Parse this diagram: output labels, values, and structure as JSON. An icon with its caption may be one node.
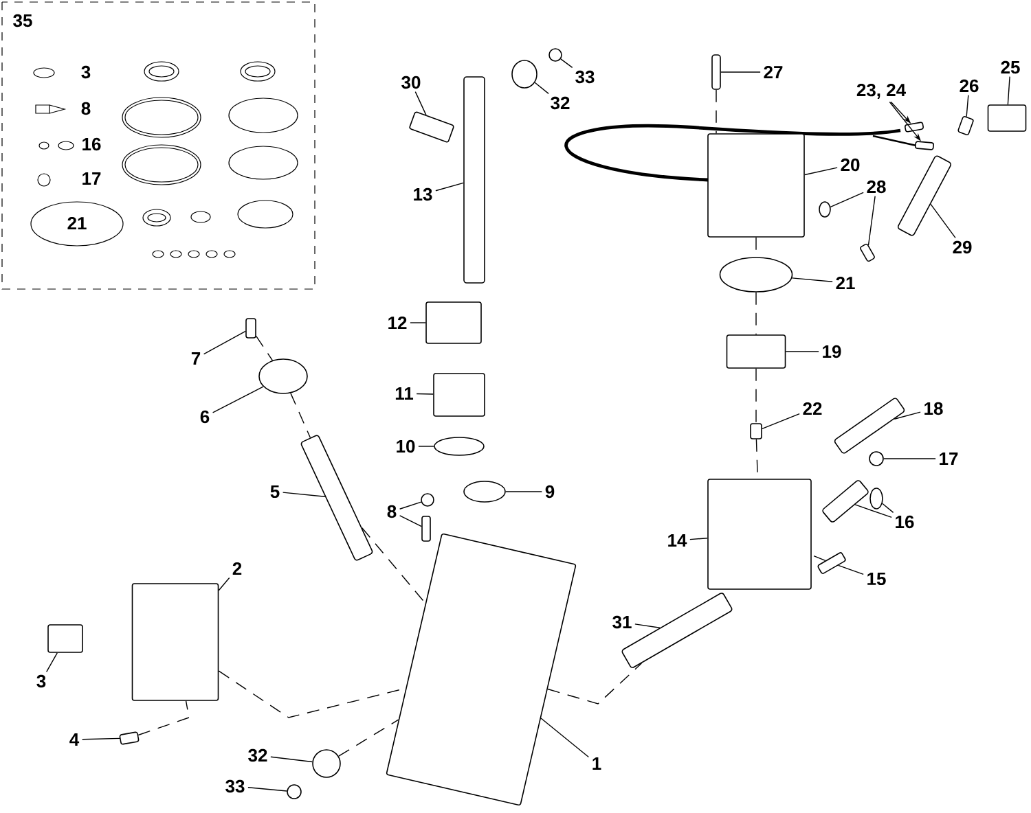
{
  "diagram": {
    "nodes": [
      {
        "text": [
          "30"
        ]
      },
      {
        "text": [],
        "shape": "box"
      },
      {
        "text": [
          "33"
        ]
      },
      {
        "text": [],
        "shape": "circle"
      },
      {
        "text": [
          "32"
        ]
      },
      {
        "text": [],
        "shape": "circle"
      },
      {
        "text": [
          "13"
        ]
      },
      {
        "text": [],
        "shape": "bar"
      },
      {
        "text": [
          "27"
        ]
      },
      {
        "text": [],
        "shape": "bar"
      },
      {
        "text": [
          "23, 24"
        ]
      },
      {
        "text": [],
        "shape": "box"
      },
      {
        "text": [],
        "shape": "box"
      },
      {
        "text": [
          "26"
        ]
      },
      {
        "text": [],
        "shape": "box"
      },
      {
        "text": [
          "25"
        ]
      },
      {
        "text": [],
        "shape": "box"
      },
      {
        "text": [
          "20"
        ]
      },
      {
        "text": [],
        "shape": "box"
      },
      {
        "text": [
          "28"
        ]
      },
      {
        "text": [],
        "shape": "circle"
      },
      {
        "text": [],
        "shape": "box"
      },
      {
        "text": [
          "29"
        ]
      },
      {
        "text": [],
        "shape": "bar"
      },
      {
        "text": [
          "21"
        ]
      },
      {
        "text": [],
        "shape": "circle"
      },
      {
        "text": [
          "12"
        ]
      },
      {
        "text": [],
        "shape": "box"
      },
      {
        "text": [
          "19"
        ]
      },
      {
        "text": [],
        "shape": "box"
      },
      {
        "text": [
          "7"
        ]
      },
      {
        "text": [],
        "shape": "box"
      },
      {
        "text": [
          "11"
        ]
      },
      {
        "text": [],
        "shape": "box"
      },
      {
        "text": [
          "6"
        ]
      },
      {
        "text": [],
        "shape": "circle"
      },
      {
        "text": [
          "22"
        ]
      },
      {
        "text": [],
        "shape": "box"
      },
      {
        "text": [
          "18"
        ]
      },
      {
        "text": [],
        "shape": "bar"
      },
      {
        "text": [
          "10"
        ]
      },
      {
        "text": [],
        "shape": "circle"
      },
      {
        "text": [
          "17"
        ]
      },
      {
        "text": [],
        "shape": "circle"
      },
      {
        "text": [
          "9"
        ]
      },
      {
        "text": [],
        "shape": "circle"
      },
      {
        "text": [
          "5"
        ]
      },
      {
        "text": [],
        "shape": "bar"
      },
      {
        "text": [
          "8"
        ]
      },
      {
        "text": [],
        "shape": "circle"
      },
      {
        "text": [],
        "shape": "box"
      },
      {
        "text": [
          "16"
        ]
      },
      {
        "text": [],
        "shape": "bar"
      },
      {
        "text": [],
        "shape": "circle"
      },
      {
        "text": [
          "14"
        ]
      },
      {
        "text": [],
        "shape": "box"
      },
      {
        "text": [
          "2"
        ]
      },
      {
        "text": [],
        "shape": "box"
      },
      {
        "text": [
          "15"
        ]
      },
      {
        "text": [],
        "shape": "box"
      },
      {
        "text": [
          "31"
        ]
      },
      {
        "text": [],
        "shape": "bar"
      },
      {
        "text": [
          "3"
        ]
      },
      {
        "text": [],
        "shape": "box"
      },
      {
        "text": [
          "4"
        ]
      },
      {
        "text": [],
        "shape": "box"
      },
      {
        "text": [
          "32"
        ]
      },
      {
        "text": [],
        "shape": "circle"
      },
      {
        "text": [
          "1"
        ]
      },
      {
        "text": [],
        "shape": "box"
      },
      {
        "text": [
          "33"
        ]
      },
      {
        "text": [],
        "shape": "circle"
      }
    ],
    "edges": [
      {
        "from": 0,
        "to": 1,
        "arrow": "none"
      },
      {
        "from": 2,
        "to": 3,
        "arrow": "none"
      },
      {
        "from": 4,
        "to": 5,
        "arrow": "none"
      },
      {
        "from": 6,
        "to": 7,
        "arrow": "none"
      },
      {
        "from": 8,
        "to": 9,
        "arrow": "none"
      },
      {
        "from": 10,
        "to": 11,
        "arrow": "to"
      },
      {
        "from": 10,
        "to": 12,
        "arrow": "to"
      },
      {
        "from": 13,
        "to": 14,
        "arrow": "none"
      },
      {
        "from": 15,
        "to": 16,
        "arrow": "none"
      },
      {
        "from": 17,
        "to": 18,
        "arrow": "none"
      },
      {
        "from": 19,
        "to": 20,
        "arrow": "none"
      },
      {
        "from": 19,
        "to": 21,
        "arrow": "none"
      },
      {
        "from": 22,
        "to": 23,
        "arrow": "none"
      },
      {
        "from": 24,
        "to": 25,
        "arrow": "none"
      },
      {
        "from": 26,
        "to": 27,
        "arrow": "none"
      },
      {
        "from": 28,
        "to": 29,
        "arrow": "none"
      },
      {
        "from": 30,
        "to": 31,
        "arrow": "none"
      },
      {
        "from": 32,
        "to": 33,
        "arrow": "none"
      },
      {
        "from": 34,
        "to": 35,
        "arrow": "none"
      },
      {
        "from": 36,
        "to": 37,
        "arrow": "none"
      },
      {
        "from": 38,
        "to": 39,
        "arrow": "none"
      },
      {
        "from": 40,
        "to": 41,
        "arrow": "none"
      },
      {
        "from": 42,
        "to": 43,
        "arrow": "none"
      },
      {
        "from": 44,
        "to": 45,
        "arrow": "none"
      },
      {
        "from": 46,
        "to": 47,
        "arrow": "none"
      },
      {
        "from": 48,
        "to": 49,
        "arrow": "none"
      },
      {
        "from": 48,
        "to": 50,
        "arrow": "none"
      },
      {
        "from": 51,
        "to": 52,
        "arrow": "none"
      },
      {
        "from": 51,
        "to": 53,
        "arrow": "none"
      },
      {
        "from": 54,
        "to": 55,
        "arrow": "none"
      },
      {
        "from": 56,
        "to": 57,
        "arrow": "none"
      },
      {
        "from": 58,
        "to": 59,
        "arrow": "none"
      },
      {
        "from": 60,
        "to": 61,
        "arrow": "none"
      },
      {
        "from": 62,
        "to": 63,
        "arrow": "none"
      },
      {
        "from": 64,
        "to": 65,
        "arrow": "none"
      },
      {
        "from": 66,
        "to": 67,
        "arrow": "none"
      },
      {
        "from": 68,
        "to": 69,
        "arrow": "none"
      },
      {
        "from": 70,
        "to": 71,
        "arrow": "none"
      },
      {
        "from": 31,
        "to": 35,
        "arrow": "none",
        "style": "dashed"
      },
      {
        "from": 35,
        "to": 47,
        "arrow": "none",
        "style": "dashed"
      },
      {
        "from": 47,
        "to": 69,
        "arrow": "none",
        "style": "dashed"
      },
      {
        "from": 9,
        "to": 18,
        "arrow": "none",
        "style": "dashed"
      },
      {
        "from": 18,
        "to": 25,
        "arrow": "none",
        "style": "dashed"
      },
      {
        "from": 25,
        "to": 29,
        "arrow": "none",
        "style": "dashed"
      },
      {
        "from": 29,
        "to": 37,
        "arrow": "none",
        "style": "dashed"
      },
      {
        "from": 37,
        "to": 55,
        "arrow": "none",
        "style": "dashed"
      },
      {
        "from": 57,
        "to": 69,
        "arrow": "none",
        "style": "dashed"
      },
      {
        "from": 69,
        "to": 61,
        "arrow": "none",
        "style": "dashed"
      },
      {
        "from": 59,
        "to": 55,
        "arrow": "none",
        "style": "dashed"
      },
      {
        "from": 67,
        "to": 69,
        "arrow": "none",
        "style": "dashed"
      },
      {
        "from": 65,
        "to": 57,
        "arrow": "none",
        "style": "dashed"
      }
    ],
    "labels": [
      "35",
      "3",
      "8",
      "16",
      "17",
      "21"
    ]
  }
}
